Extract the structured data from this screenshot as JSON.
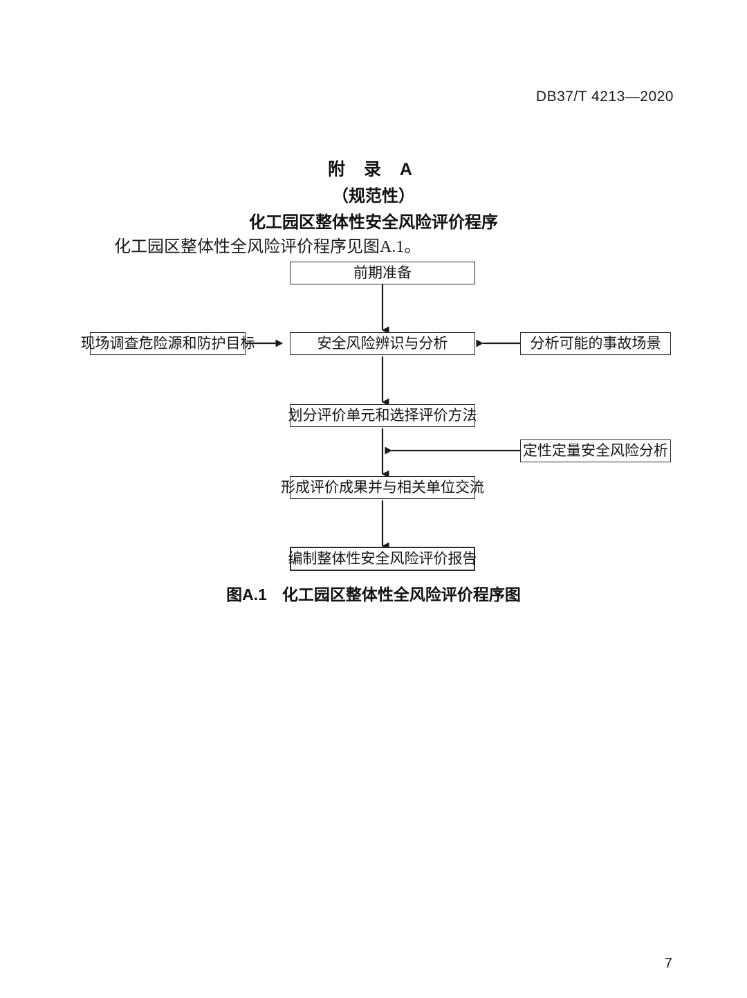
{
  "header": {
    "standard_code": "DB37/T 4213—2020"
  },
  "annex": {
    "title": "附 录 A",
    "kind": "（规范性）",
    "subject": "化工园区整体性安全风险评价程序"
  },
  "intro": {
    "text": "化工园区整体性全风险评价程序见图A.1。"
  },
  "figure": {
    "caption_label": "图A.1",
    "caption_text": "化工园区整体性全风险评价程序图",
    "boxes": {
      "preparation": "前期准备",
      "site_survey": "现场调查危险源和防护目标",
      "risk_identification": "安全风险辨识与分析",
      "accident_scenarios": "分析可能的事故场景",
      "unit_division": "划分评价单元和选择评价方法",
      "qualitative_quantitative": "定性定量安全风险分析",
      "results_exchange": "形成评价成果并与相关单位交流",
      "final_report": "编制整体性安全风险评价报告"
    }
  },
  "footer": {
    "page_number": "7"
  },
  "colors": {
    "ink": "#1a1a1a",
    "line": "#2b2b2b",
    "paper": "#ffffff"
  }
}
